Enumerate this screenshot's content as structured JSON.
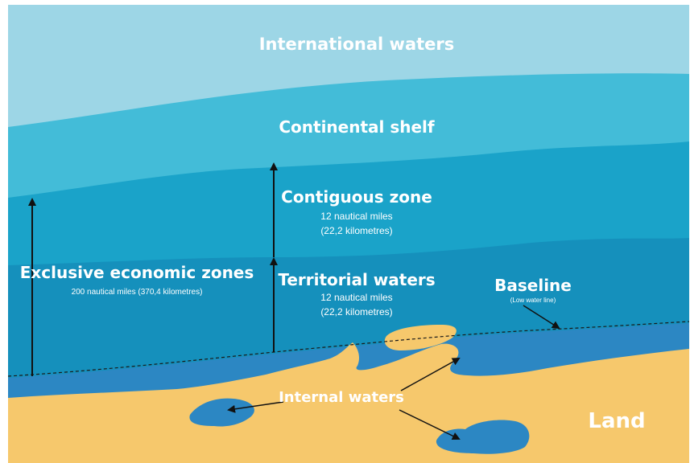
{
  "zones": {
    "international_waters": "International waters",
    "continental_shelf": "Continental shelf",
    "contiguous_zone": {
      "title": "Contiguous zone",
      "line1": "12 nautical miles",
      "line2": "(22,2 kilometres)"
    },
    "territorial_waters": {
      "title": "Territorial waters",
      "line1": "12 nautical miles",
      "line2": "(22,2 kilometres)"
    },
    "exclusive_economic_zones": {
      "title": "Exclusive economic zones",
      "subtitle": "200 nautical miles (370,4 kilometres)"
    },
    "baseline": {
      "title": "Baseline",
      "subtitle": "(Low water line)"
    },
    "internal_waters": "Internal waters",
    "land": "Land"
  },
  "colors": {
    "international_waters": "#9dd6e6",
    "continental_shelf": "#43bcd8",
    "contiguous_zone": "#1aa3c9",
    "territorial_waters": "#1590bc",
    "coastal_band": "#2c87c3",
    "land": "#f6c86c",
    "arrow": "#111111"
  }
}
